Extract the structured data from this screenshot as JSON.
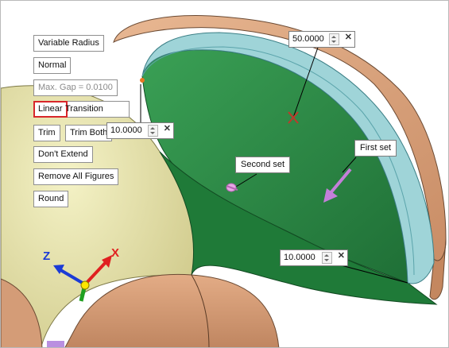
{
  "menu": {
    "variable_radius": "Variable Radius",
    "normal": "Normal",
    "max_gap": "Max. Gap = 0.0100",
    "linear": "Linear",
    "transition": "Transition",
    "trim": "Trim",
    "trim_both": "Trim Both",
    "dont_extend": "Don't Extend",
    "remove_all_figures": "Remove All Figures",
    "round": "Round"
  },
  "dimensions": {
    "top_value": "50.0000",
    "left_value": "10.0000",
    "bottom_value": "10.0000"
  },
  "labels": {
    "first_set": "First set",
    "second_set": "Second set"
  },
  "triad": {
    "z": "Z",
    "x": "X"
  },
  "colors": {
    "cone_green": "#2b8a45",
    "fillet_cyan": "#9fd4d8",
    "flange_copper": "#dba27d",
    "sphere_yellow": "#e6e3a3",
    "highlight_red": "#d8262a"
  }
}
